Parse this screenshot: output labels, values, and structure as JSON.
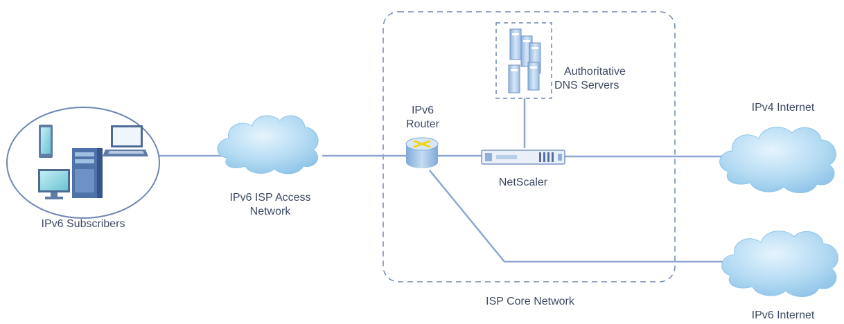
{
  "labels": {
    "subscribers": "IPv6 Subscribers",
    "access_network_line1": "IPv6 ISP Access",
    "access_network_line2": "Network",
    "router_line1": "IPv6",
    "router_line2": "Router",
    "dns_line1": "Authoritative",
    "dns_line2": "DNS Servers",
    "netscaler": "NetScaler",
    "ipv4_internet": "IPv4 Internet",
    "ipv6_internet": "IPv6 Internet",
    "core_network": "ISP Core Network"
  },
  "colors": {
    "line": "#8aa6cf",
    "dashed": "#6d86b3",
    "cloud_fill": "#a9d3ef",
    "text": "#3d4a63"
  }
}
